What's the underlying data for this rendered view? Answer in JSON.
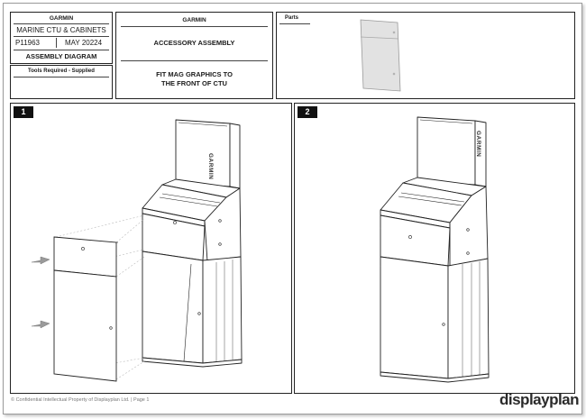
{
  "title_block": {
    "brand": "GARMIN",
    "project": "MARINE CTU & CABINETS",
    "job_number": "P11963",
    "date": "MAY 20224",
    "doc_type": "ASSEMBLY DIAGRAM",
    "tools_label": "Tools Required - Supplied"
  },
  "middle_block": {
    "brand": "GARMIN",
    "heading": "ACCESSORY ASSEMBLY",
    "instruction_line1": "FIT MAG GRAPHICS TO",
    "instruction_line2": "THE FRONT OF CTU"
  },
  "parts": {
    "label": "Parts"
  },
  "steps": [
    {
      "number": "1"
    },
    {
      "number": "2"
    }
  ],
  "unit_brand_vertical": "GARMIN",
  "footer": {
    "copyright": "© Confidential Intellectual Property of Displayplan Ltd. | Page 1",
    "logo_text": "displayplan"
  }
}
